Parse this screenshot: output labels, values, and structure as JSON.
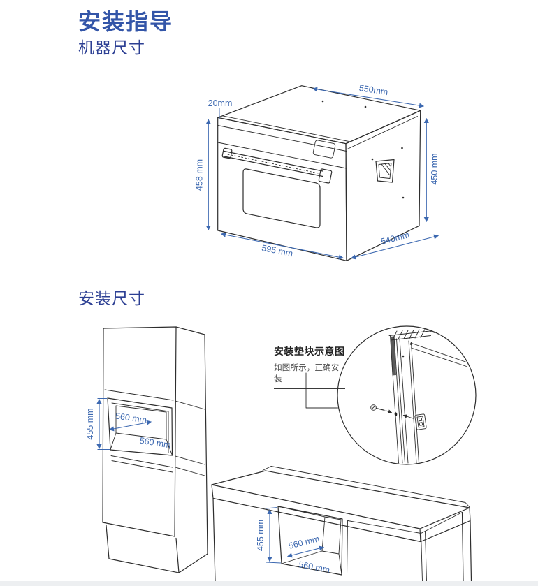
{
  "page": {
    "title": "安装指导",
    "sections": [
      {
        "heading": "机器尺寸"
      },
      {
        "heading": "安装尺寸"
      }
    ]
  },
  "machine_dimensions": {
    "top_depth": "550mm",
    "top_lip": "20mm",
    "front_height": "458 mm",
    "side_height": "450 mm",
    "front_width": "595 mm",
    "side_depth": "540mm"
  },
  "installation": {
    "tall_cabinet": {
      "niche_height": "455 mm",
      "niche_width": "560 mm",
      "niche_depth": "560 mm"
    },
    "base_cabinet": {
      "niche_height": "455 mm",
      "niche_width": "560 mm",
      "niche_depth": "560 mm"
    },
    "spacer_note": {
      "title": "安装垫块示意图",
      "subtitle": "如图所示，正确安装"
    }
  },
  "colors": {
    "title_blue": "#3355a8",
    "section_navy": "#2c3f93",
    "dimension_blue": "#3c68b0",
    "line_dark": "#2d2d2d"
  }
}
